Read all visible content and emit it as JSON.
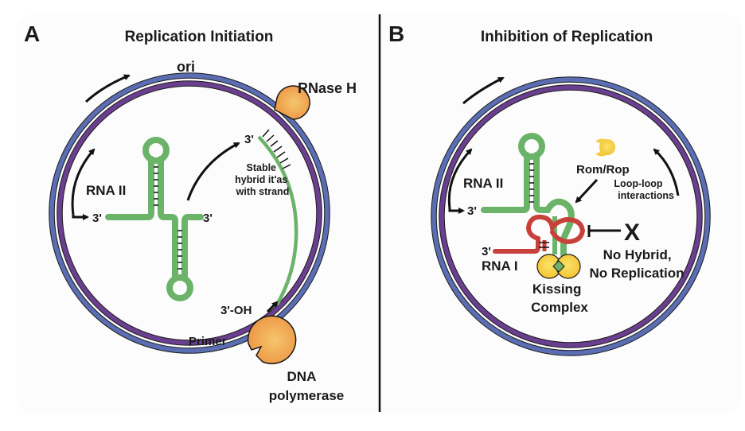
{
  "colors": {
    "outer_strand": "#5b6db3",
    "inner_strand": "#6a3f8f",
    "rna_ii": "#6cb36a",
    "rna_i": "#c8403a",
    "enzyme": "#ec9440",
    "enzyme_light": "#f6c56f",
    "rom_rop": "#f2c230",
    "outline": "#1a1a1a",
    "background": "#fcfcfc"
  },
  "panel_a": {
    "letter": "A",
    "title": "Replication Initiation",
    "labels": {
      "ori": "ori",
      "rnase_h": "RNase H",
      "rna_ii": "RNA II",
      "three_prime_left": "3'",
      "three_prime_right": "3'",
      "three_prime_hybrid": "3'",
      "stable_hybrid": [
        "Stable",
        "hybrid it'as",
        "with strand"
      ],
      "three_prime_oh": "3'-OH",
      "primer": "Primer",
      "dna_polymerase": [
        "DNA",
        "polymerase"
      ]
    }
  },
  "panel_b": {
    "letter": "B",
    "title": "Inhibition of Replication",
    "labels": {
      "rna_ii": "RNA II",
      "three_prime_rna_ii": "3'",
      "rom_rop": "Rom/Rop",
      "loop_loop": [
        "Loop-loop",
        "interactions"
      ],
      "three_prime_rna_i": "3'",
      "rna_i": "RNA I",
      "inhibit_mark": "X",
      "no_hybrid": [
        "No Hybrid,",
        "No Replication"
      ],
      "kissing_complex": [
        "Kissing",
        "Complex"
      ]
    }
  }
}
